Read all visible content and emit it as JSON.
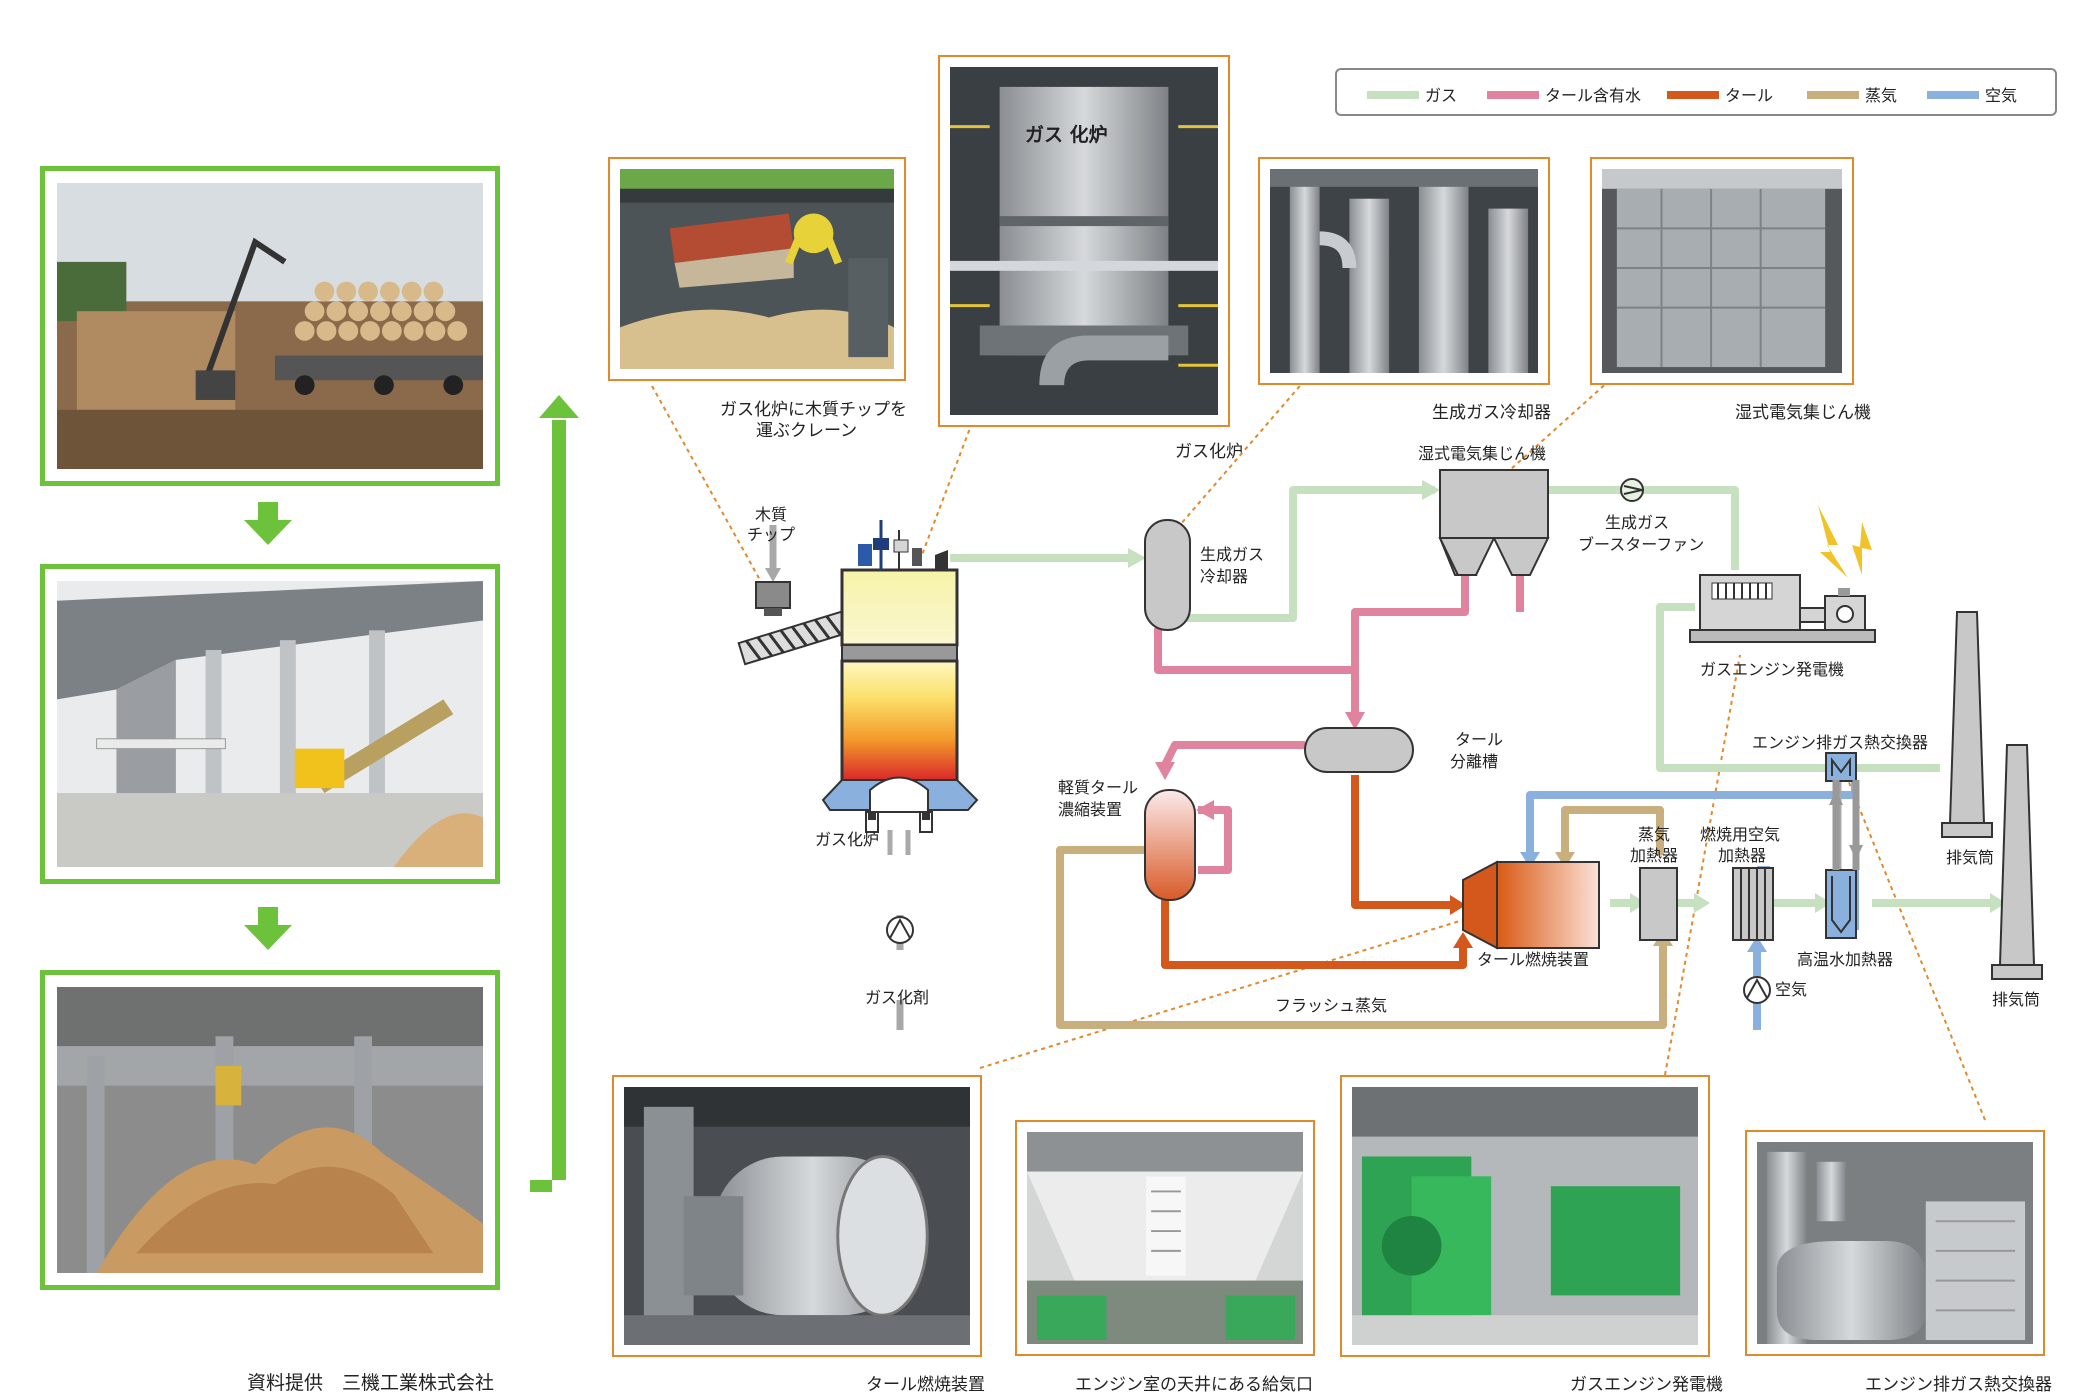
{
  "legend": [
    {
      "label": "ガス",
      "color": "#c6e0c0"
    },
    {
      "label": "タール含有水",
      "color": "#e0839f"
    },
    {
      "label": "タール",
      "color": "#d4581c"
    },
    {
      "label": "蒸気",
      "color": "#c9ae7e"
    },
    {
      "label": "空気",
      "color": "#8ab1de"
    }
  ],
  "photos": {
    "crane_caption_1": "ガス化炉に木質チップを",
    "crane_caption_2": "運ぶクレーン",
    "gasifier_caption": "ガス化炉",
    "gasifier_sign": "ガス 化炉",
    "cooler_caption": "生成ガス冷却器",
    "esp_caption": "湿式電気集じん機",
    "tar_burner_caption": "タール燃焼装置",
    "engine_room_caption": "エンジン室の天井にある給気口",
    "generator_caption": "ガスエンジン発電機",
    "exhaust_hx_caption": "エンジン排ガス熱交換器"
  },
  "diagram": {
    "wood_chip_1": "木質",
    "wood_chip_2": "チップ",
    "gasifier": "ガス化炉",
    "gasifying_agent": "ガス化剤",
    "cooler_1": "生成ガス",
    "cooler_2": "冷却器",
    "esp": "湿式電気集じん機",
    "fan_1": "生成ガス",
    "fan_2": "ブースターファン",
    "gas_engine": "ガスエンジン発電機",
    "tar_sep_1": "タール",
    "tar_sep_2": "分離槽",
    "light_tar_1": "軽質タール",
    "light_tar_2": "濃縮装置",
    "tar_burner": "タール燃焼装置",
    "steam_heater_1": "蒸気",
    "steam_heater_2": "加熱器",
    "air_heater_1": "燃焼用空気",
    "air_heater_2": "加熱器",
    "air": "空気",
    "hot_water_heater": "高温水加熱器",
    "engine_hx": "エンジン排ガス熱交換器",
    "stack_1": "排気筒",
    "stack_2": "排気筒",
    "flash_steam": "フラッシュ蒸気"
  },
  "credit": "資料提供　三機工業株式会社"
}
